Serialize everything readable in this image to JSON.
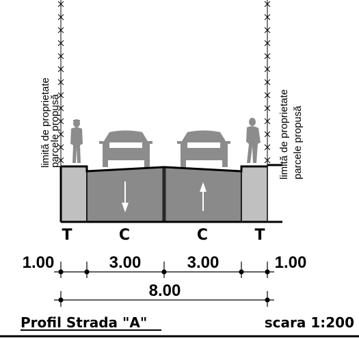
{
  "property_line_label": {
    "line1": "limită de proprietate",
    "line2": "parcele propusă"
  },
  "lane_codes": {
    "left_sidewalk": "T",
    "left_lane": "C",
    "right_lane": "C",
    "right_sidewalk": "T"
  },
  "dimensions": {
    "left_sidewalk": "1.00",
    "left_lane": "3.00",
    "right_lane": "3.00",
    "right_sidewalk": "1.00",
    "total": "8.00"
  },
  "footer": {
    "title": "Profil Strada \"A\"",
    "scale": "scara 1:200"
  },
  "colors": {
    "lane_fill": "#8a8a8a",
    "sidewalk_fill": "#c0c0c0",
    "silhouette": "#8c8c8c",
    "line": "#000000"
  },
  "icons": [
    "pedestrian-icon",
    "car-icon",
    "arrow-down-icon",
    "arrow-up-icon"
  ]
}
